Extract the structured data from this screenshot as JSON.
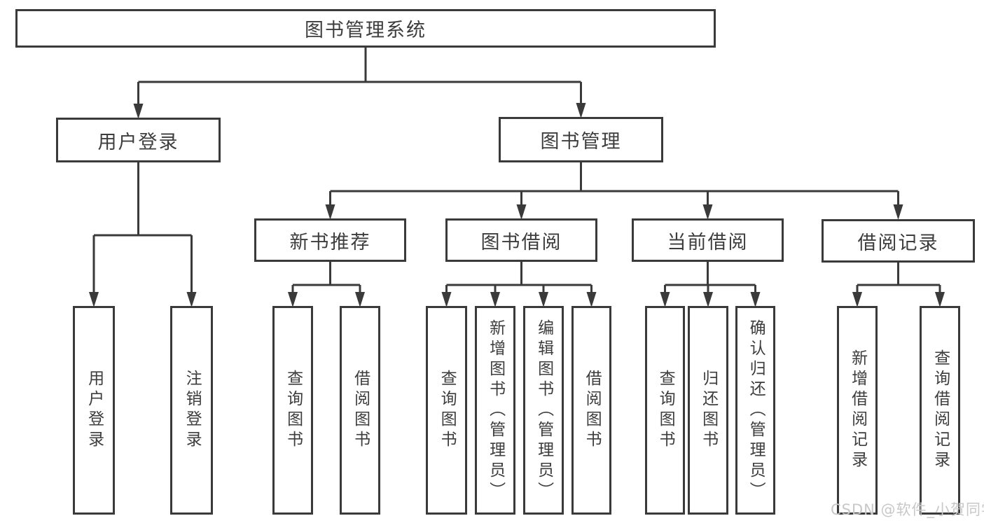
{
  "tree": {
    "root": {
      "label": "图书管理系统"
    },
    "branches": [
      {
        "label": "用户登录",
        "leaves": [
          {
            "label": "用户登录"
          },
          {
            "label": "注销登录"
          }
        ]
      },
      {
        "label": "图书管理",
        "sections": [
          {
            "label": "新书推荐",
            "leaves": [
              {
                "label": "查询图书"
              },
              {
                "label": "借阅图书"
              }
            ]
          },
          {
            "label": "图书借阅",
            "leaves": [
              {
                "label": "查询图书"
              },
              {
                "label": "新增图书（管理员）"
              },
              {
                "label": "编辑图书（管理员）"
              },
              {
                "label": "借阅图书"
              }
            ]
          },
          {
            "label": "当前借阅",
            "leaves": [
              {
                "label": "查询图书"
              },
              {
                "label": "归还图书"
              },
              {
                "label": "确认归还（管理员）"
              }
            ]
          },
          {
            "label": "借阅记录",
            "leaves": [
              {
                "label": "新增借阅记录"
              },
              {
                "label": "查询借阅记录"
              }
            ]
          }
        ]
      }
    ]
  },
  "watermark": {
    "text": "CSDN @软件_小贺同学"
  },
  "colors": {
    "line": "#3a3a3a",
    "box_border": "#3a3a3a",
    "text": "#3d3d3d",
    "watermark": "#c8c8c8",
    "background": "#ffffff"
  }
}
